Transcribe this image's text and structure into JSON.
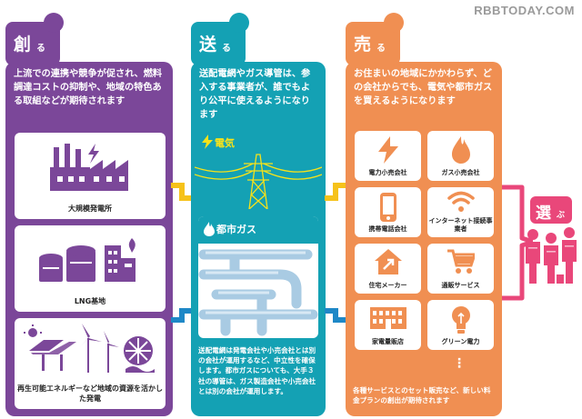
{
  "watermark": "RBBTODAY.COM",
  "colors": {
    "create": "#7b4799",
    "deliver": "#14a1b4",
    "sell": "#f08f52",
    "choose": "#e9477a",
    "connector_yellow": "#f6c21a",
    "connector_blue": "#1e88c7"
  },
  "create": {
    "tab_main": "創",
    "tab_sub": "る",
    "intro": "上流での連携や競争が促され、燃料調達コストの抑制や、地域の特色ある取組などが期待されます",
    "cards": [
      {
        "label": "大規模発電所",
        "icon": "factory-icon"
      },
      {
        "label": "LNG基地",
        "icon": "lng-tank-icon"
      },
      {
        "label": "再生可能エネルギーなど地域の資源を活かした発電",
        "icon": "renewable-icon"
      }
    ]
  },
  "deliver": {
    "tab_main": "送",
    "tab_sub": "る",
    "intro": "送配電網やガス導管は、参入する事業者が、誰でもより公平に使えるようになります",
    "electric_label": "電気",
    "gas_label": "都市ガス",
    "note": "送配電網は発電会社や小売会社とは別の会社が運用するなど、中立性を確保します。都市ガスについても、大手３社の導管は、ガス製造会社や小売会社とは別の会社が運用します。"
  },
  "sell": {
    "tab_main": "売",
    "tab_sub": "る",
    "intro": "お住まいの地域にかかわらず、どの会社からでも、電気や都市ガスを買えるようになります",
    "cards": [
      {
        "label": "電力小売会社",
        "icon": "lightning-icon"
      },
      {
        "label": "ガス小売会社",
        "icon": "flame-icon"
      },
      {
        "label": "携帯電話会社",
        "icon": "phone-icon"
      },
      {
        "label": "インターネット接続事業者",
        "icon": "wifi-icon"
      },
      {
        "label": "住宅メーカー",
        "icon": "house-icon"
      },
      {
        "label": "通販サービス",
        "icon": "cart-icon"
      },
      {
        "label": "家電量販店",
        "icon": "store-icon"
      },
      {
        "label": "グリーン電力",
        "icon": "bulb-icon"
      }
    ],
    "more": "⋮",
    "note": "各種サービスとのセット販売など、新しい料金プランの創出が期待されます"
  },
  "choose": {
    "tab_main": "選",
    "tab_sub": "ぶ"
  }
}
